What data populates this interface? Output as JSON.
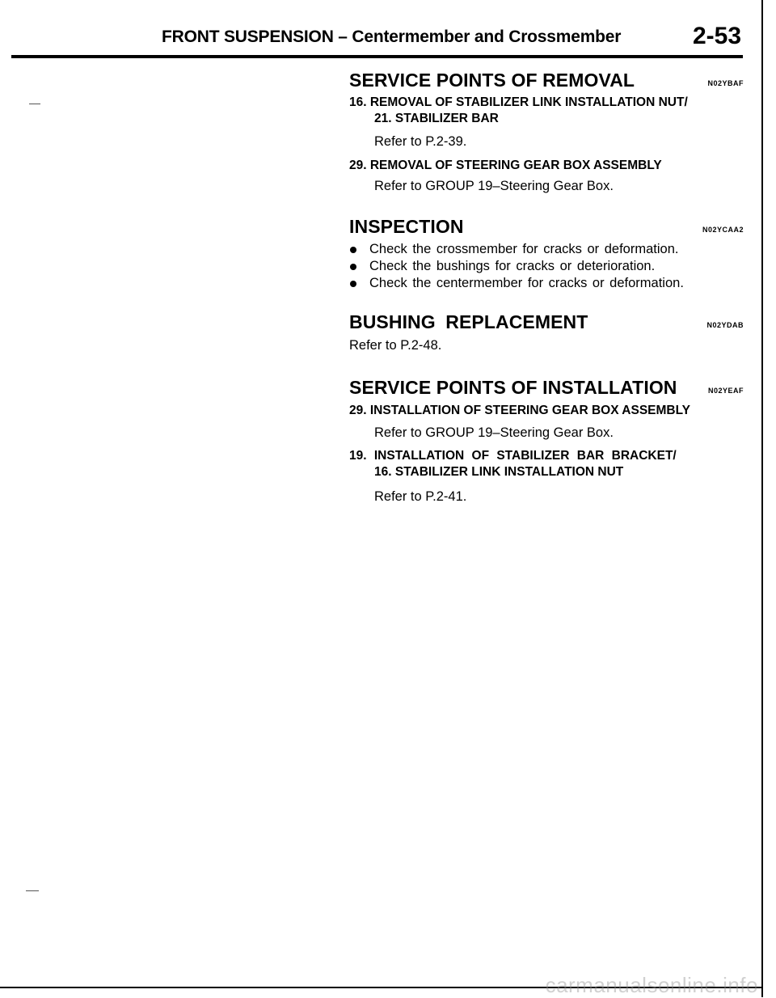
{
  "header": {
    "title": "FRONT SUSPENSION – Centermember and Crossmember",
    "page_number": "2-53"
  },
  "sections": {
    "removal": {
      "heading": "SERVICE POINTS OF REMOVAL",
      "code": "N02YBAF",
      "item1_line1": "16. REMOVAL OF STABILIZER LINK INSTALLATION NUT/",
      "item1_line2": "21. STABILIZER BAR",
      "item1_body": "Refer to P.2-39.",
      "item2_line1": "29. REMOVAL OF STEERING GEAR BOX ASSEMBLY",
      "item2_body": "Refer to GROUP 19–Steering Gear Box."
    },
    "inspection": {
      "heading": "INSPECTION",
      "code": "N02YCAA2",
      "bullets": [
        "Check the crossmember for cracks or deformation.",
        "Check the bushings for cracks or deterioration.",
        "Check the centermember for cracks or deformation."
      ]
    },
    "bushing": {
      "heading": "BUSHING REPLACEMENT",
      "code": "N02YDAB",
      "body": "Refer to P.2-48."
    },
    "installation": {
      "heading": "SERVICE POINTS OF INSTALLATION",
      "code": "N02YEAF",
      "item1_line1": "29. INSTALLATION OF STEERING GEAR BOX ASSEMBLY",
      "item1_body": "Refer to GROUP 19–Steering Gear Box.",
      "item2_line1": "19. INSTALLATION OF STABILIZER BAR BRACKET/",
      "item2_line2": "16. STABILIZER LINK INSTALLATION NUT",
      "item2_body": "Refer to P.2-41."
    }
  },
  "footer": {
    "watermark": "carmanualsonline.info"
  }
}
